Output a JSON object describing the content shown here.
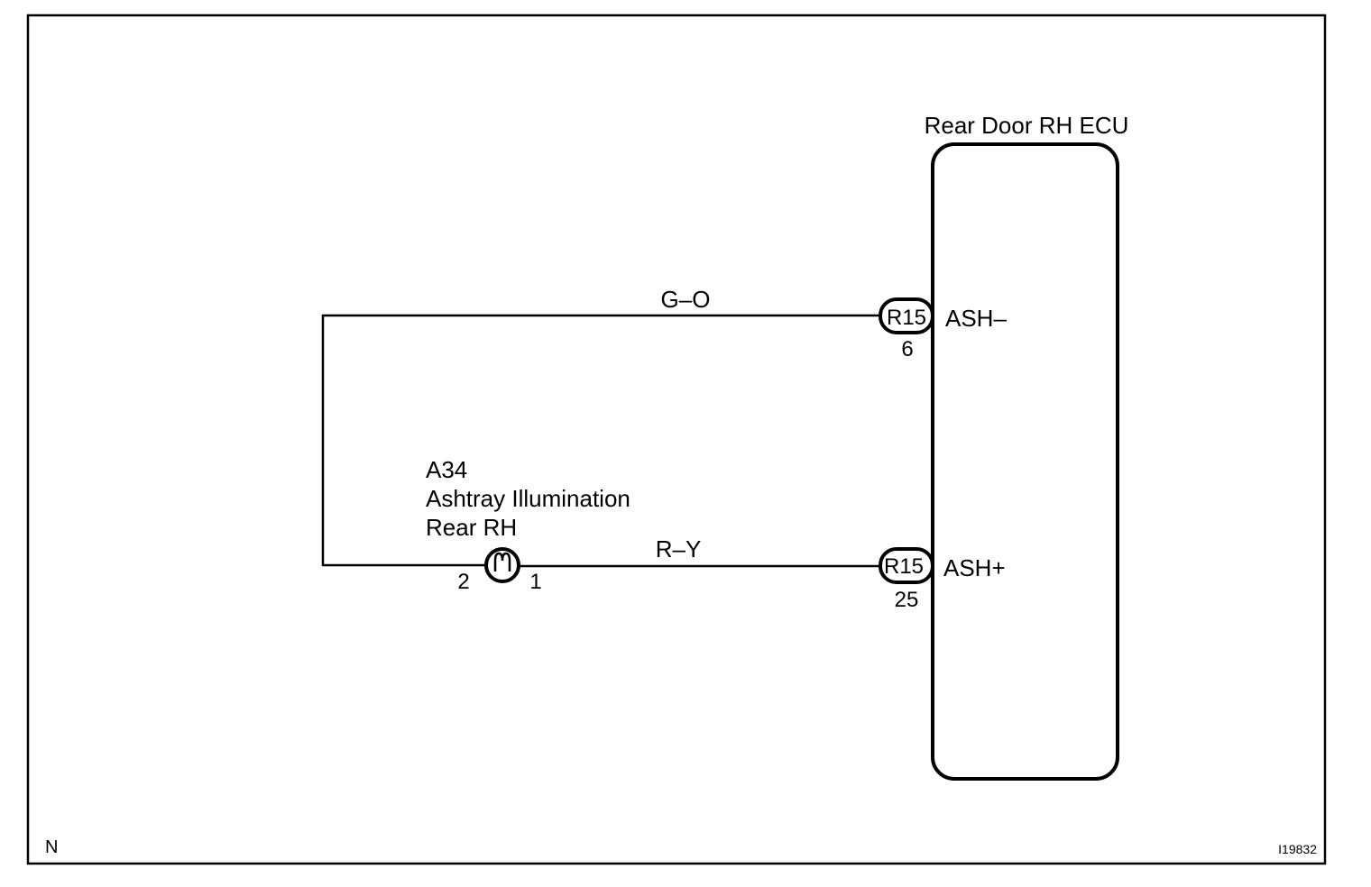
{
  "ecu": {
    "title": "Rear Door RH ECU"
  },
  "connectors": [
    {
      "id": "R15",
      "pin": "6",
      "terminal": "ASH–"
    },
    {
      "id": "R15",
      "pin": "25",
      "terminal": "ASH+"
    }
  ],
  "wires": {
    "top": "G–O",
    "bottom": "R–Y"
  },
  "component": {
    "code": "A34",
    "name": "Ashtray Illumination",
    "location": "Rear RH",
    "pin_left": "2",
    "pin_right": "1"
  },
  "corner_labels": {
    "bottom_left": "N",
    "bottom_right": "I19832"
  }
}
